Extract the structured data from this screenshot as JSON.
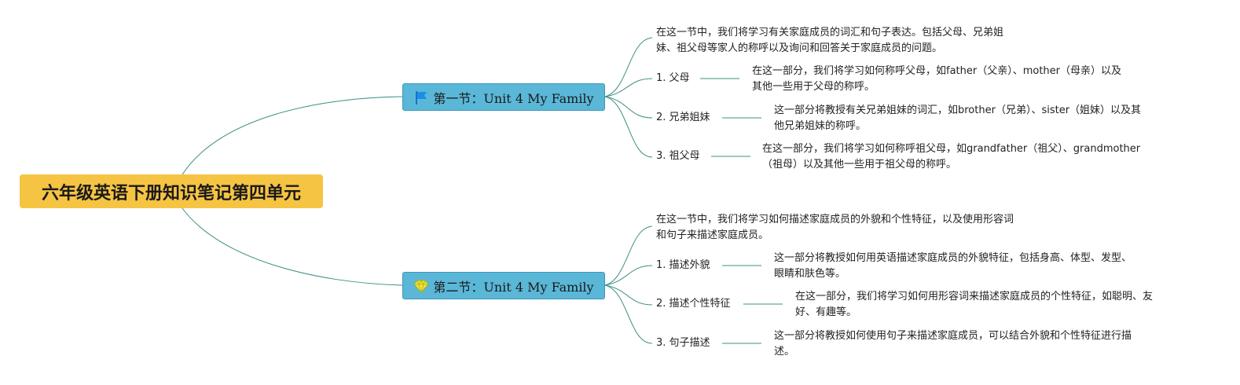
{
  "root": {
    "title": "六年级英语下册知识笔记第四单元"
  },
  "sections": [
    {
      "title": "第一节：Unit 4 My Family",
      "icon": "flag-icon",
      "intro_lines": [
        "在这一节中，我们将学习有关家庭成员的词汇和句子表达。包括父母、兄弟姐",
        "妹、祖父母等家人的称呼以及询问和回答关于家庭成员的问题。"
      ],
      "items": [
        {
          "label": "1. 父母",
          "desc_lines": [
            "在这一部分，我们将学习如何称呼父母，如father（父亲）、mother（母亲）以及",
            "其他一些用于父母的称呼。"
          ]
        },
        {
          "label": "2. 兄弟姐妹",
          "desc_lines": [
            "这一部分将教授有关兄弟姐妹的词汇，如brother（兄弟）、sister（姐妹）以及其",
            "他兄弟姐妹的称呼。"
          ]
        },
        {
          "label": "3. 祖父母",
          "desc_lines": [
            "在这一部分，我们将学习如何称呼祖父母，如grandfather（祖父）、grandmother",
            "（祖母）以及其他一些用于祖父母的称呼。"
          ]
        }
      ]
    },
    {
      "title": "第二节：Unit 4 My Family",
      "icon": "diamond-icon",
      "intro_lines": [
        "在这一节中，我们将学习如何描述家庭成员的外貌和个性特征，以及使用形容词",
        "和句子来描述家庭成员。"
      ],
      "items": [
        {
          "label": "1. 描述外貌",
          "desc_lines": [
            "这一部分将教授如何用英语描述家庭成员的外貌特征，包括身高、体型、发型、",
            "眼睛和肤色等。"
          ]
        },
        {
          "label": "2. 描述个性特征",
          "desc_lines": [
            "在这一部分，我们将学习如何用形容词来描述家庭成员的个性特征，如聪明、友",
            "好、有趣等。"
          ]
        },
        {
          "label": "3. 句子描述",
          "desc_lines": [
            "这一部分将教授如何使用句子来描述家庭成员，可以结合外貌和个性特征进行描",
            "述。"
          ]
        }
      ]
    }
  ],
  "colors": {
    "root_bg": "#f6c443",
    "section_bg": "#5ab7d8",
    "connector": "#3f8f86"
  }
}
